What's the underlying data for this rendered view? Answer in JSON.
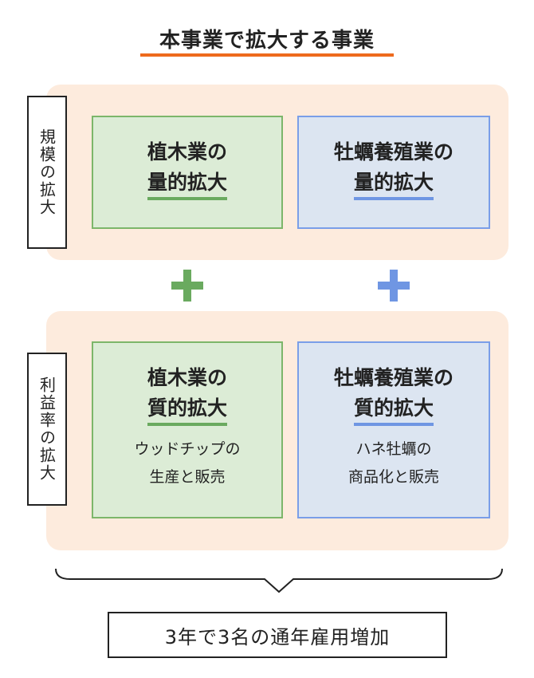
{
  "title": "本事業で拡大する事業",
  "colors": {
    "title_underline": "#ee6a1d",
    "band": "#fdebdd",
    "green_fill": "#dcecd6",
    "green_accent": "#6aaa5f",
    "blue_fill": "#dce5f1",
    "blue_accent": "#6f96e3"
  },
  "top_row": {
    "side_label": "規模の拡大",
    "left_card": {
      "line1": "植木業の",
      "line2": "量的拡大"
    },
    "right_card": {
      "line1": "牡蠣養殖業の",
      "line2": "量的拡大"
    }
  },
  "connectors": {
    "left_symbol": "plus-icon",
    "right_symbol": "plus-icon"
  },
  "bottom_row": {
    "side_label": "利益率の拡大",
    "left_card": {
      "line1": "植木業の",
      "line2": "質的拡大",
      "desc1": "ウッドチップの",
      "desc2": "生産と販売"
    },
    "right_card": {
      "line1": "牡蠣養殖業の",
      "line2": "質的拡大",
      "desc1": "ハネ牡蠣の",
      "desc2": "商品化と販売"
    }
  },
  "result": "3年で3名の通年雇用増加"
}
